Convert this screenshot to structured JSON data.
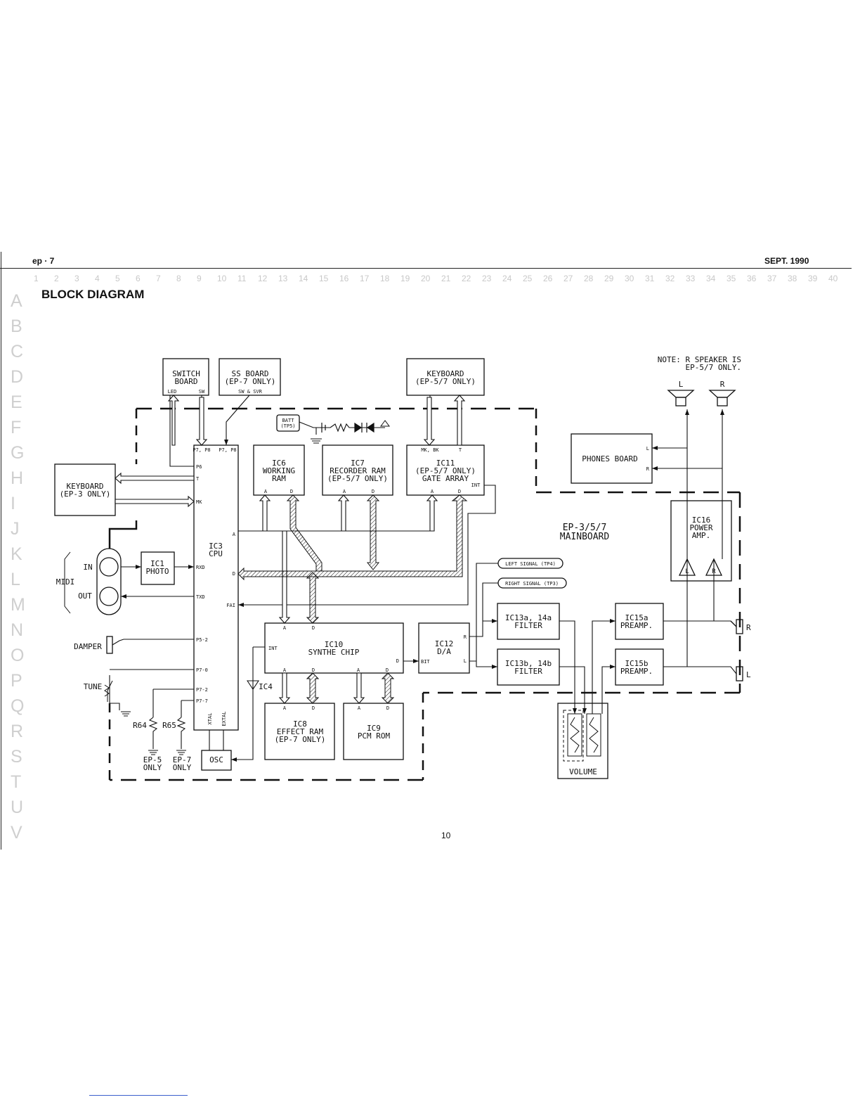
{
  "header": {
    "left": "ep · 7",
    "right": "SEPT. 1990"
  },
  "title": "BLOCK DIAGRAM",
  "page_number": "10",
  "grid": {
    "columns": [
      "1",
      "2",
      "3",
      "4",
      "5",
      "6",
      "7",
      "8",
      "9",
      "10",
      "11",
      "12",
      "13",
      "14",
      "15",
      "16",
      "17",
      "18",
      "19",
      "20",
      "21",
      "22",
      "23",
      "24",
      "25",
      "26",
      "27",
      "28",
      "29",
      "30",
      "31",
      "32",
      "33",
      "34",
      "35",
      "36",
      "37",
      "38",
      "39",
      "40"
    ],
    "rows": [
      "A",
      "B",
      "C",
      "D",
      "E",
      "F",
      "G",
      "H",
      "I",
      "J",
      "K",
      "L",
      "M",
      "N",
      "O",
      "P",
      "Q",
      "R",
      "S",
      "T",
      "U",
      "V"
    ]
  },
  "note": [
    "NOTE: R SPEAKER IS",
    "EP-5/7 ONLY."
  ],
  "mainboard_label": [
    "EP-3/5/7",
    "MAINBOARD"
  ],
  "blocks": {
    "switch_board": {
      "lines": [
        "SWITCH",
        "BOARD"
      ],
      "pins": [
        "LED",
        "SW"
      ]
    },
    "ss_board": {
      "lines": [
        "SS BOARD",
        "(EP-7 ONLY)"
      ],
      "pins": [
        "SW & SVR"
      ]
    },
    "keyboard_57": {
      "lines": [
        "KEYBOARD",
        "(EP-5/7 ONLY)"
      ]
    },
    "keyboard_3": {
      "lines": [
        "KEYBOARD",
        "(EP-3 ONLY)"
      ]
    },
    "batt": {
      "lines": [
        "BATT",
        "(TP5)"
      ]
    },
    "ic6": {
      "lines": [
        "IC6",
        "WORKING",
        "RAM"
      ],
      "pins": [
        "A",
        "D"
      ]
    },
    "ic7": {
      "lines": [
        "IC7",
        "RECORDER RAM",
        "(EP-5/7 ONLY)"
      ],
      "pins": [
        "A",
        "D"
      ]
    },
    "ic11": {
      "lines": [
        "IC11",
        "(EP-5/7 ONLY)",
        "GATE ARRAY"
      ],
      "pins": [
        "MK, BK",
        "T",
        "INT",
        "A",
        "D"
      ]
    },
    "ic3": {
      "lines": [
        "IC3",
        "CPU"
      ],
      "pins": [
        "P7, P8",
        "P7, P8",
        "P6",
        "T",
        "MK",
        "A",
        "RXD",
        "D",
        "TXD",
        "FAI",
        "P5-2",
        "P7-0",
        "P7-2",
        "P7-7",
        "XTAL",
        "EXTAL"
      ]
    },
    "ic1": {
      "lines": [
        "IC1",
        "PHOTO"
      ]
    },
    "midi": {
      "label": "MIDI",
      "in": "IN",
      "out": "OUT"
    },
    "damper": "DAMPER",
    "tune": "TUNE",
    "r64": "R64",
    "r65": "R65",
    "ep5_only": [
      "EP-5",
      "ONLY"
    ],
    "ep7_only": [
      "EP-7",
      "ONLY"
    ],
    "osc": "OSC",
    "ic4": "IC4",
    "ic10": {
      "lines": [
        "IC10",
        "SYNTHE CHIP"
      ],
      "pins": [
        "A",
        "D",
        "INT",
        "D",
        "A",
        "D",
        "A",
        "D"
      ]
    },
    "ic8": {
      "lines": [
        "IC8",
        "EFFECT RAM",
        "(EP-7 ONLY)"
      ],
      "pins": [
        "A",
        "D"
      ]
    },
    "ic9": {
      "lines": [
        "IC9",
        "PCM ROM"
      ],
      "pins": [
        "A",
        "D"
      ]
    },
    "ic12": {
      "lines": [
        "IC12",
        "D/A"
      ],
      "pins": [
        "R",
        "BIT",
        "L"
      ]
    },
    "left_signal": "LEFT SIGNAL (TP4)",
    "right_signal": "RIGHT SIGNAL (TP3)",
    "ic13a": {
      "lines": [
        "IC13a, 14a",
        "FILTER"
      ]
    },
    "ic13b": {
      "lines": [
        "IC13b, 14b",
        "FILTER"
      ]
    },
    "ic15a": {
      "lines": [
        "IC15a",
        "PREAMP."
      ]
    },
    "ic15b": {
      "lines": [
        "IC15b",
        "PREAMP."
      ]
    },
    "phones_board": {
      "label": "PHONES BOARD",
      "pins": [
        "L",
        "R"
      ]
    },
    "ic16": {
      "lines": [
        "IC16",
        "POWER",
        "AMP."
      ],
      "channels": [
        "L",
        "R"
      ]
    },
    "speakers": [
      "L",
      "R"
    ],
    "jacks": [
      "R",
      "L"
    ],
    "volume": "VOLUME"
  }
}
